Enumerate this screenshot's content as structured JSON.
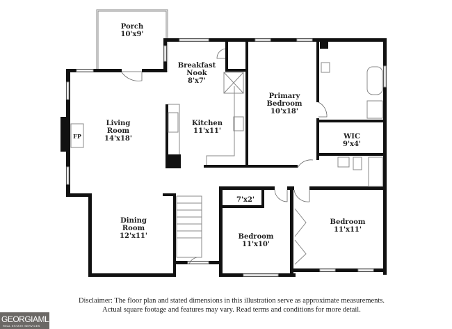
{
  "rooms": {
    "porch": {
      "name": "Porch",
      "dims": "10'x9'"
    },
    "breakfast_nook": {
      "name1": "Breakfast",
      "name2": "Nook",
      "dims": "8'x7'"
    },
    "living_room": {
      "name1": "Living",
      "name2": "Room",
      "dims": "14'x18'"
    },
    "kitchen": {
      "name": "Kitchen",
      "dims": "11'x11'"
    },
    "primary_bedroom": {
      "name1": "Primary",
      "name2": "Bedroom",
      "dims": "10'x18'"
    },
    "wic": {
      "name": "WIC",
      "dims": "9'x4'"
    },
    "dining_room": {
      "name1": "Dining",
      "name2": "Room",
      "dims": "12'x11'"
    },
    "bedroom_2": {
      "name": "Bedroom",
      "dims": "11'x10'"
    },
    "bedroom_3": {
      "name": "Bedroom",
      "dims": "11'x11'"
    },
    "closet": {
      "dims": "7'x2'"
    },
    "fireplace": {
      "label": "FP"
    }
  },
  "disclaimer": {
    "line1": "Disclaimer: The floor plan and stated dimensions in this illustration serve as approximate measurements.",
    "line2": "Actual square footage and features may vary. Read terms and conditions for more detail."
  },
  "logo": {
    "main": "GEORGIAMLS",
    "sub": "REAL ESTATE SERVICES"
  },
  "colors": {
    "wall": "#111111",
    "logo_bg": "#6b6865"
  }
}
